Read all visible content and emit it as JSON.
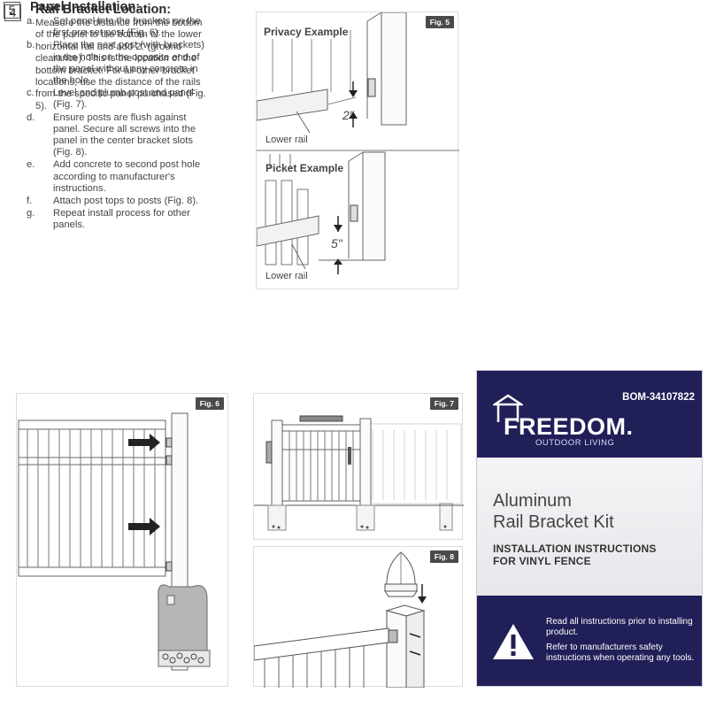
{
  "step4": {
    "number": "4",
    "title": "Rail Bracket Location:",
    "body": "Measure the distance from the bottom of the panel to the bottom of the lower horizontal rail and add 2\" (ground clearance). This is the location of the bottom bracket. For all other bracket locations, use the distance of the rails from the specific panel purchased (Fig. 5)."
  },
  "fig5": {
    "tag": "Fig. 5",
    "privacy_title": "Privacy Example",
    "privacy_dim": "2\"",
    "privacy_label": "Lower rail",
    "picket_title": "Picket Example",
    "picket_dim": "5\"",
    "picket_label": "Lower rail"
  },
  "step5": {
    "number": "5",
    "title": "Panel Installation:",
    "items": [
      {
        "letter": "a.",
        "text": "Set panel into the brackets on the first pre-set post (Fig. 6)."
      },
      {
        "letter": "b.",
        "text": "Place the next post (with brackets) in the hole on the opposite end of the panel without any concrete in the hole."
      },
      {
        "letter": "c.",
        "text": "Level and plumb post and panel (Fig. 7)."
      },
      {
        "letter": "d.",
        "text": "Ensure posts are flush against panel. Secure all screws into the panel in the center bracket slots (Fig. 8)."
      },
      {
        "letter": "e.",
        "text": "Add concrete to second post hole according to manufacturer's instructions."
      },
      {
        "letter": "f.",
        "text": "Attach post tops to posts (Fig. 8)."
      },
      {
        "letter": "g.",
        "text": "Repeat install process for other panels."
      }
    ]
  },
  "fig6": {
    "tag": "Fig. 6"
  },
  "fig7": {
    "tag": "Fig. 7"
  },
  "fig8": {
    "tag": "Fig. 8"
  },
  "cover": {
    "bom": "BOM-34107822",
    "brand": "FREEDOM.",
    "brand_sub": "OUTDOOR LIVING",
    "product_line1": "Aluminum",
    "product_line2": "Rail Bracket Kit",
    "instructions_line1": "INSTALLATION INSTRUCTIONS",
    "instructions_line2": "FOR VINYL FENCE",
    "warning1": "Read all instructions prior to installing product.",
    "warning2": "Refer to manufacturers safety instructions when operating any tools.",
    "colors": {
      "navy": "#201f58",
      "white": "#ffffff"
    }
  }
}
